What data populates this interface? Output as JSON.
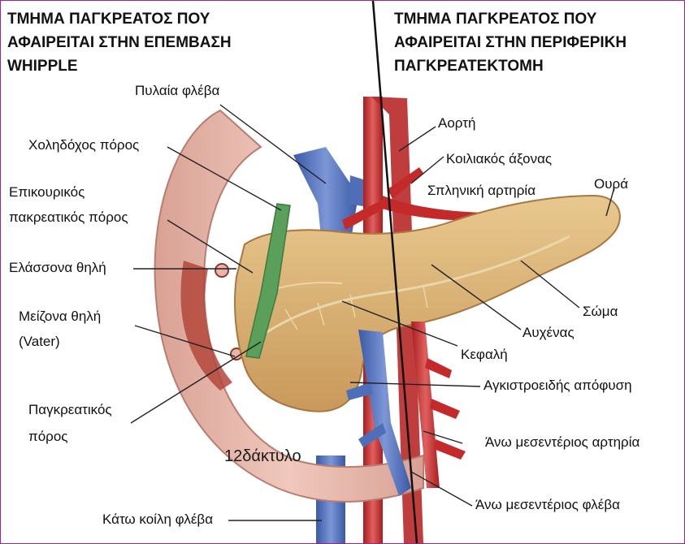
{
  "headings": {
    "left": [
      "ΤΜΗΜΑ ΠΑΓΚΡΕΑΤΟΣ ΠΟΥ",
      "ΑΦΑΙΡΕΙΤΑΙ ΣΤΗΝ ΕΠΕΜΒΑΣΗ",
      "WHIPPLE"
    ],
    "right": [
      "ΤΜΗΜΑ ΠΑΓΚΡΕΑΤΟΣ ΠΟΥ",
      "ΑΦΑΙΡΕΙΤΑΙ ΣΤΗΝ ΠΕΡΙΦΕΡΙΚΗ",
      "ΠΑΓΚΡΕΑΤΕΚΤΟΜΗ"
    ]
  },
  "labels": {
    "portal_vein": "Πυλαία φλέβα",
    "common_bile_duct": "Χοληδόχος πόρος",
    "accessory_duct": [
      "Επικουρικός",
      "πακρεατικός πόρος"
    ],
    "minor_papilla": "Ελάσσονα θηλή",
    "major_papilla": [
      "Μείζονα θηλή",
      "(Vater)"
    ],
    "pancreatic_duct": [
      "Παγκρεατικός",
      "πόρος"
    ],
    "duodenum": "12δάκτυλο",
    "ivc": "Κάτω κοίλη φλέβα",
    "aorta": "Αορτή",
    "celiac_axis": "Κοιλιακός άξονας",
    "splenic_artery": "Σπληνική αρτηρία",
    "tail": "Ουρά",
    "body": "Σώμα",
    "neck": "Αυχένας",
    "head": "Κεφαλή",
    "uncinate": "Αγκιστροειδής απόφυση",
    "sma": "Άνω μεσεντέριος αρτηρία",
    "smv": "Άνω μεσεντέριος φλέβα"
  },
  "colors": {
    "frame": "#a0208c",
    "pancreas": "#d9b47a",
    "duodenum": "#e3b3a6",
    "artery": "#c42a2a",
    "vein": "#4e6fb8",
    "bile_duct": "#5aa05a",
    "leader_line": "#222222",
    "divider": "#111111"
  }
}
